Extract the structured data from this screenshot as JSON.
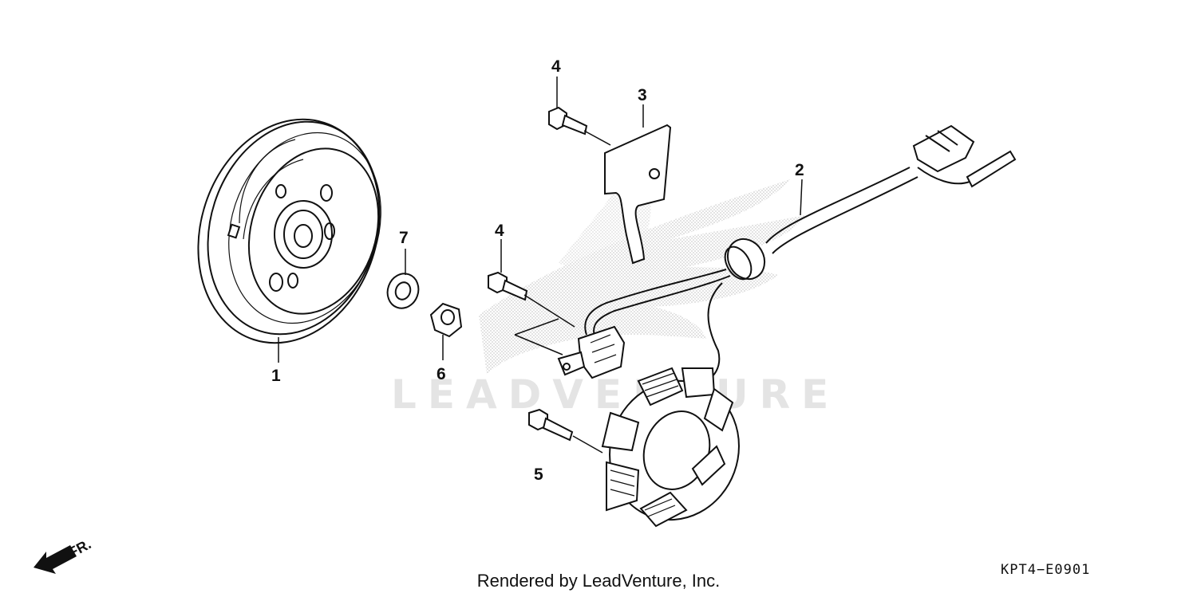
{
  "diagram": {
    "watermark_text": "LEADVENTURE",
    "labels": [
      {
        "id": "1",
        "text": "1"
      },
      {
        "id": "2",
        "text": "2"
      },
      {
        "id": "3",
        "text": "3"
      },
      {
        "id": "4a",
        "text": "4"
      },
      {
        "id": "4b",
        "text": "4"
      },
      {
        "id": "5",
        "text": "5"
      },
      {
        "id": "6",
        "text": "6"
      },
      {
        "id": "7",
        "text": "7"
      }
    ],
    "direction_indicator": "FR.",
    "footer": "Rendered by LeadVenture, Inc.",
    "diagram_code": "KPT4−E0901"
  }
}
